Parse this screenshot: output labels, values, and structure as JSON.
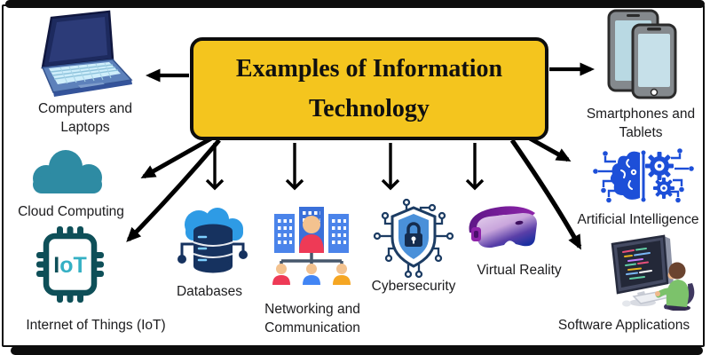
{
  "title": {
    "text": "Examples of Information Technology"
  },
  "colors": {
    "box_fill": "#F4C51E",
    "box_border": "#0d0d0d",
    "arrow": "#000000",
    "label_text": "#1c1c1e",
    "cloud_teal": "#2e8ba3",
    "iot_dark_teal": "#0e4f58",
    "iot_light_teal": "#35b0c4",
    "database_cloud_blue": "#2e9be5",
    "database_navy": "#16325f",
    "network_building_blue": "#4b84ea",
    "network_line_slate": "#46576b",
    "cyber_navy": "#1c3c63",
    "cyber_shield_blue": "#4a90d9",
    "vr_purple": "#8e24aa",
    "ai_blue": "#1d4fd8",
    "dev_shirt_green": "#7cc26b"
  },
  "nodes": [
    {
      "label": "Computers and Laptops",
      "icon": "laptop-icon"
    },
    {
      "label": "Smartphones and Tablets",
      "icon": "smartphones-tablets-icon"
    },
    {
      "label": "Cloud Computing",
      "icon": "cloud-icon"
    },
    {
      "label": "Internet of Things (IoT)",
      "icon": "iot-chip-icon"
    },
    {
      "label": "Databases",
      "icon": "database-icon"
    },
    {
      "label": "Networking and Communication",
      "icon": "network-icon"
    },
    {
      "label": "Cybersecurity",
      "icon": "shield-lock-icon"
    },
    {
      "label": "Virtual Reality",
      "icon": "vr-headset-icon"
    },
    {
      "label": "Artificial Intelligence",
      "icon": "ai-brain-icon"
    },
    {
      "label": "Software Applications",
      "icon": "software-dev-icon"
    }
  ],
  "iot_chip_text": "IoT"
}
